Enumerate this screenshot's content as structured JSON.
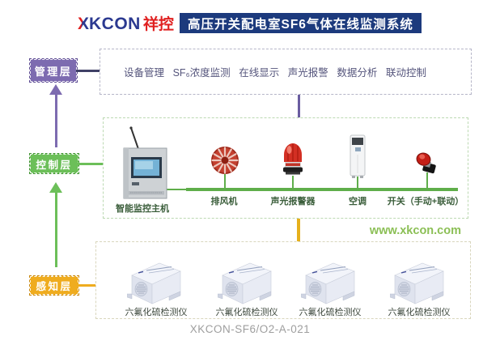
{
  "header": {
    "brand_x": "X",
    "brand_rest": "KCON",
    "brand_cn": "祥控",
    "title": "高压开关配电室SF6气体在线监测系统"
  },
  "management": {
    "label": "管理层",
    "functions": [
      "设备管理",
      "SF₆浓度监测",
      "在线显示",
      "声光报警",
      "数据分析",
      "联动控制"
    ]
  },
  "control": {
    "label": "控制层",
    "host": "智能监控主机",
    "devices": [
      "排风机",
      "声光报警器",
      "空调",
      "开关（手动+联动）"
    ]
  },
  "perception": {
    "label": "感知层",
    "detectors": [
      "六氟化硫检测仪",
      "六氟化硫检测仪",
      "六氟化硫检测仪",
      "六氟化硫检测仪"
    ]
  },
  "website": "www.xkcon.com",
  "footer": {
    "model_code": "XKCON-SF6/O2-A-021"
  },
  "colors": {
    "banner_navy": "#1c3a7d",
    "brand_blue": "#2b3990",
    "brand_red": "#e02020",
    "management_purple": "#7d6bb0",
    "control_green": "#6cbf59",
    "perception_orange": "#efac1f",
    "bus_green": "#5fae4a",
    "website_green": "#8bbf55",
    "device_red": "#c0392b"
  }
}
